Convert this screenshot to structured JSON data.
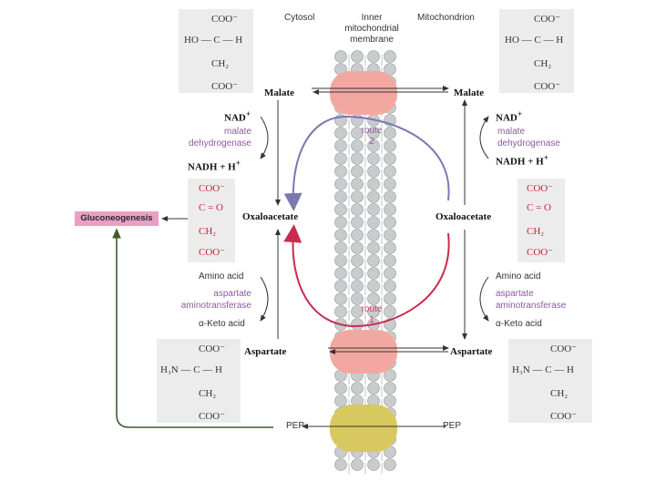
{
  "header": {
    "cytosol": "Cytosol",
    "membrane": [
      "Inner",
      "mitochondrial",
      "membrane"
    ],
    "mitochondrion": "Mitochondrion"
  },
  "metabolites": {
    "malate": "Malate",
    "oxaloacetate": "Oxaloacetate",
    "aspartate": "Aspartate",
    "pep": "PEP",
    "gluconeogenesis": "Gluconeogenesis"
  },
  "enzymes": {
    "malate_dh": [
      "malate",
      "dehydrogenase"
    ],
    "aat": [
      "aspartate",
      "aminotransferase"
    ]
  },
  "cofactors": {
    "nad": "NAD",
    "nadh": "NADH + H",
    "plus": "+",
    "amino_acid": "Amino acid",
    "keto_acid": "α-Keto acid"
  },
  "routes": {
    "route2": [
      "route",
      "2"
    ],
    "route1": [
      "route",
      "1"
    ]
  },
  "structures": {
    "malate": [
      "COO⁻",
      "HO — C — H",
      "CH₂",
      "COO⁻"
    ],
    "oxaloacetate": [
      "COO⁻",
      "C = O",
      "CH₂",
      "COO⁻"
    ],
    "aspartate": [
      "COO⁻",
      "H₃N — C — H",
      "CH₂",
      "COO⁻"
    ]
  },
  "colors": {
    "route1": "#cc2a4a",
    "route2": "#7a78b0",
    "transporter": "#f2a8a0",
    "pep_transporter": "#d8c860",
    "gluco_box": "#e9a0c4",
    "membrane_head": "#c8cccd"
  }
}
